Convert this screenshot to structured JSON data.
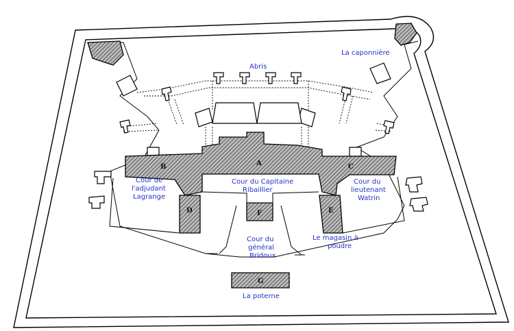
{
  "labels": {
    "abris": "Abris",
    "caponniere": "La caponnière",
    "cour_capitaine_1": "Cour du Capitaine",
    "cour_capitaine_2": "Ribaillier",
    "cour_adjudant_1": "Cour de",
    "cour_adjudant_2": "l'adjudant",
    "cour_adjudant_3": "Lagrange",
    "cour_lieutenant_1": "Cour du",
    "cour_lieutenant_2": "lieutenant",
    "cour_lieutenant_3": "Watrin",
    "cour_general_1": "Cour du",
    "cour_general_2": "général",
    "cour_general_3": "Bridoux",
    "magasin_1": "Le magasin à",
    "magasin_2": "poudre",
    "poterne": "La poterne"
  },
  "building_letters": {
    "a": "A",
    "b": "B",
    "c": "C",
    "d": "D",
    "e": "E",
    "f": "F",
    "g": "G"
  },
  "colors": {
    "label": "#2430c8",
    "ink": "#000000",
    "paper": "#ffffff"
  }
}
